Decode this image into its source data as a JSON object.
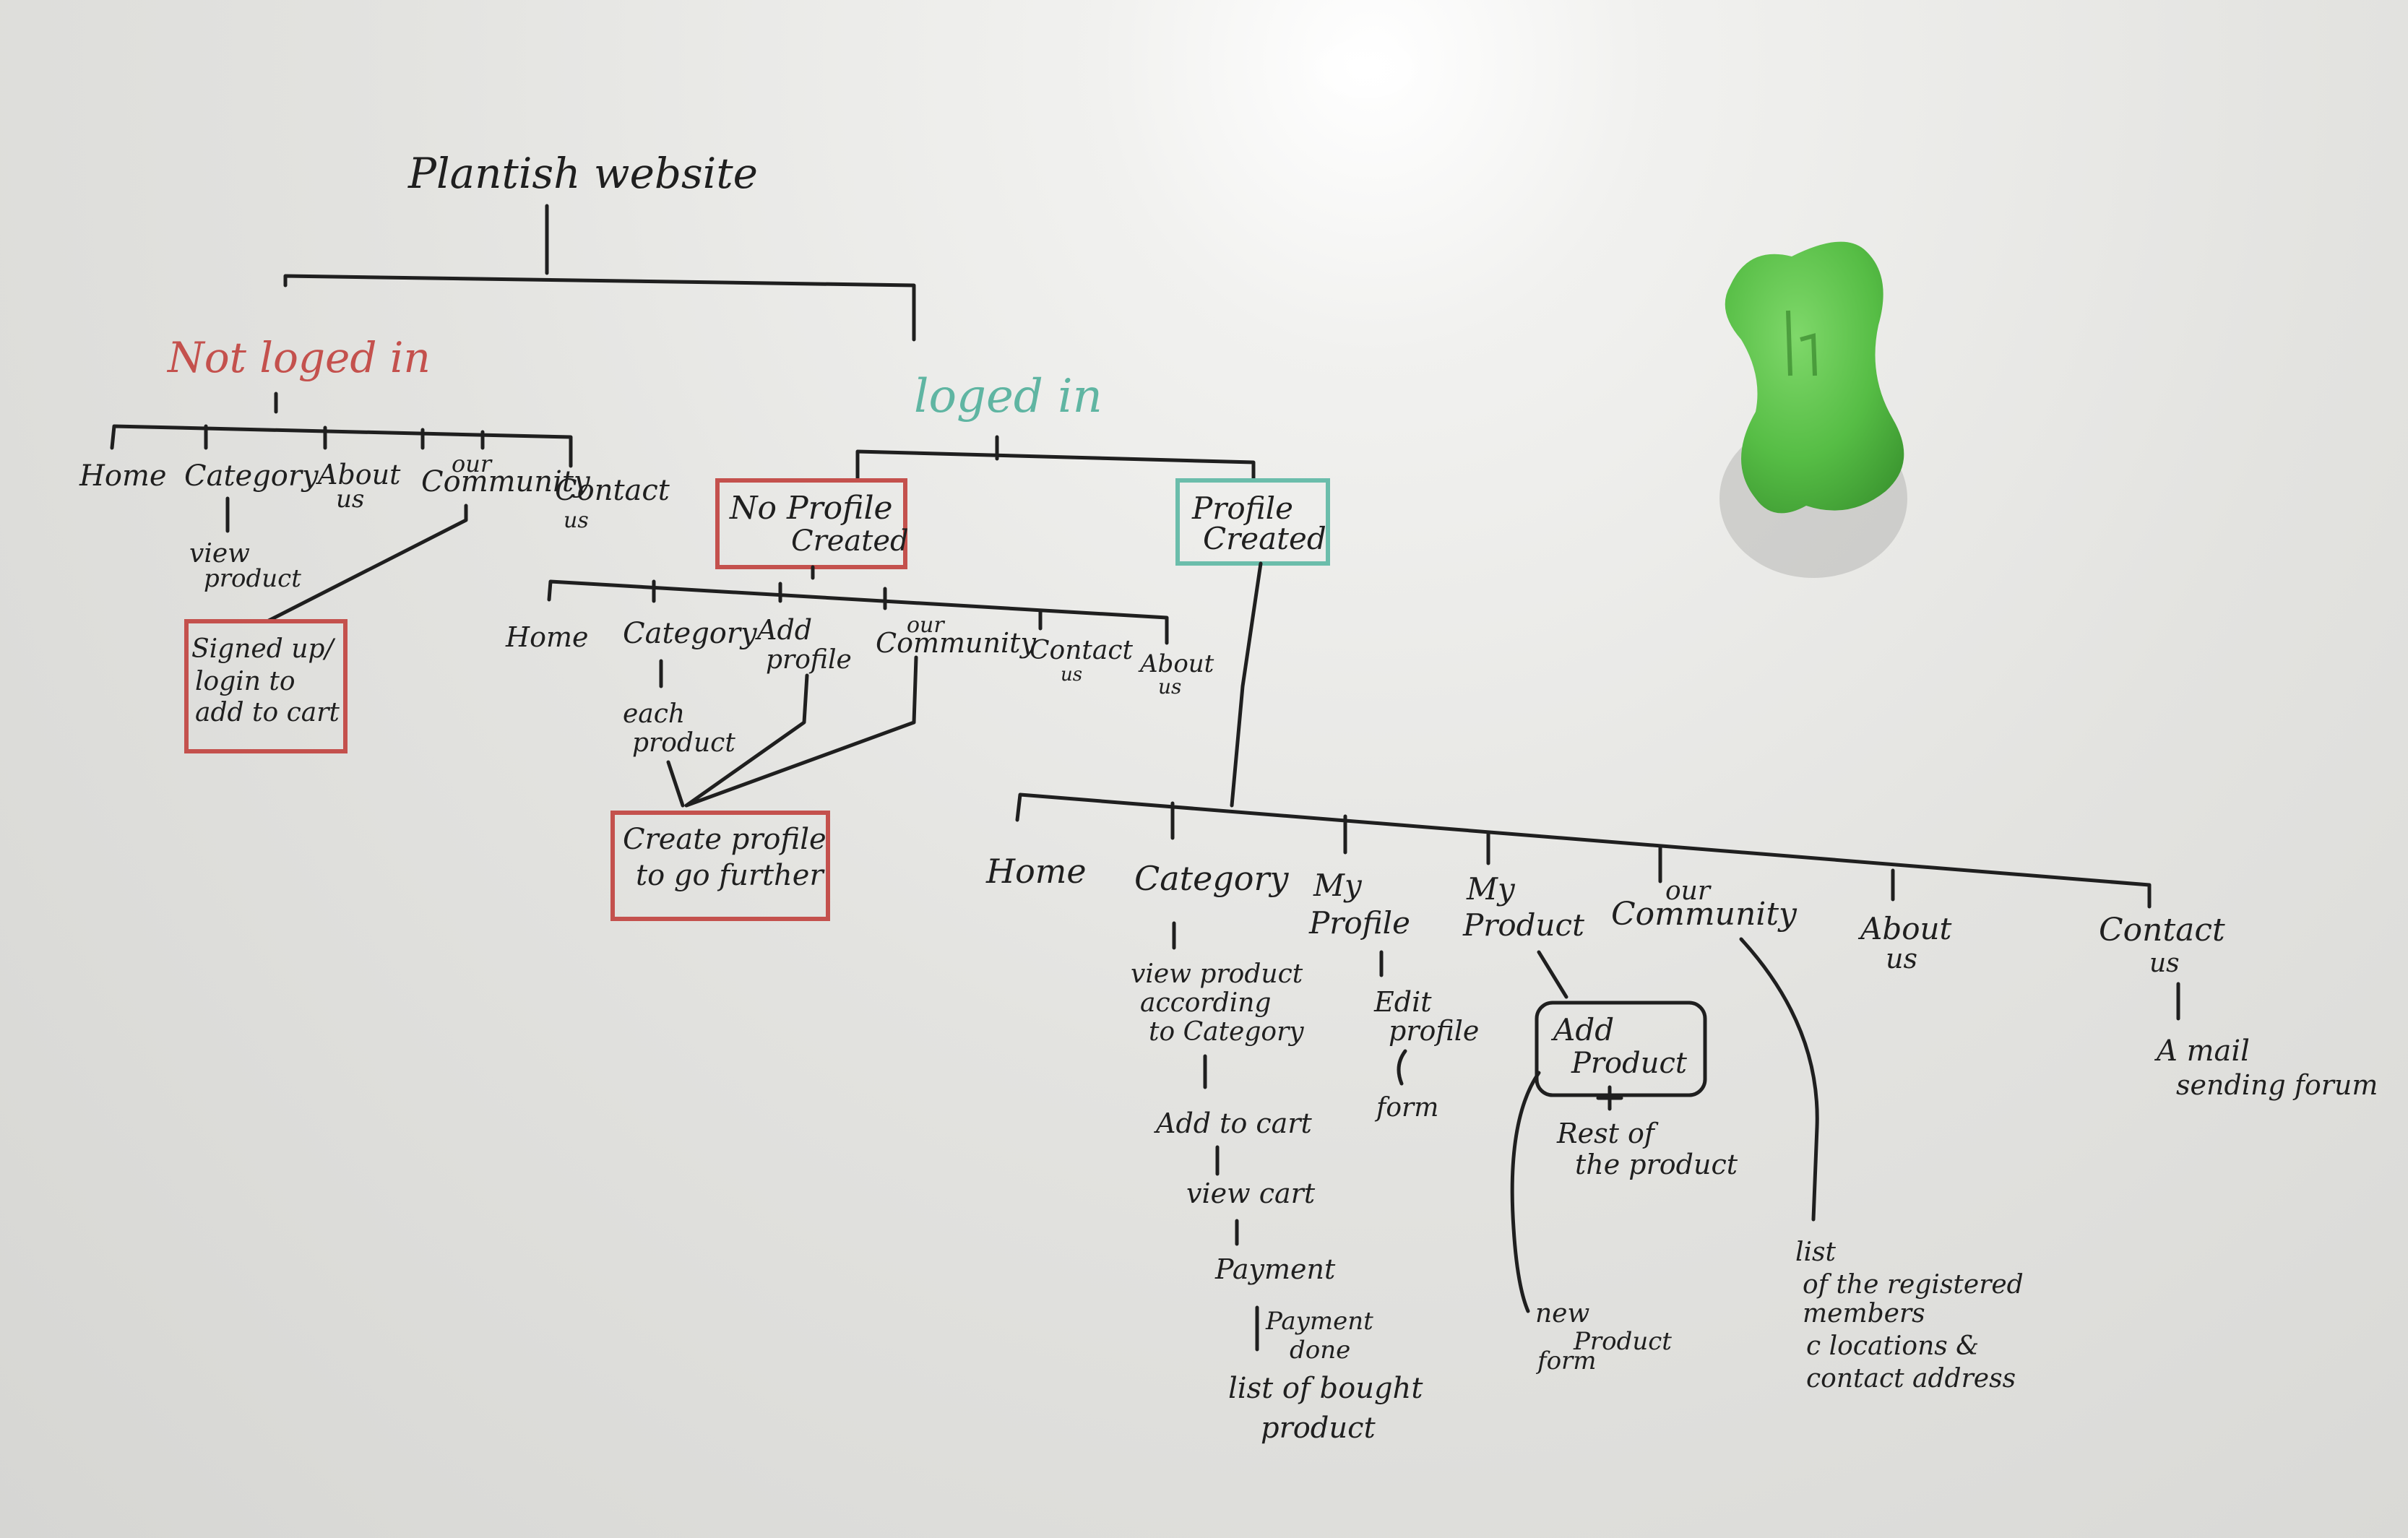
{
  "root": "Plantish website",
  "not_logged": {
    "title": "Not loged in",
    "items": [
      "Home",
      "Category",
      "About",
      "us",
      "our",
      "Community",
      "Contact",
      "us"
    ],
    "view_product": [
      "view",
      "product"
    ],
    "signup_box": [
      "Signed up/",
      "login to",
      "add to cart"
    ]
  },
  "logged": {
    "title": "loged in",
    "no_profile": {
      "box": [
        "No Profile",
        "Created"
      ],
      "items": [
        "Home",
        "Category",
        "Add",
        "profile",
        "our",
        "Community",
        "Contact",
        "us",
        "About",
        "us"
      ],
      "each_product": [
        "each",
        "product"
      ],
      "create_box": [
        "Create profile",
        "to go further"
      ]
    },
    "profile": {
      "box": [
        "Profile",
        "Created"
      ],
      "items": [
        "Home",
        "Category",
        "My",
        "Profile",
        "My",
        "Product",
        "our",
        "Community",
        "About",
        "us",
        "Contact",
        "us"
      ],
      "category_flow": [
        "view product",
        "according",
        "to Category",
        "Add to cart",
        "view cart",
        "Payment",
        "Payment",
        "done",
        "list of bought",
        "product"
      ],
      "profile_flow": [
        "Edit",
        "profile",
        "form"
      ],
      "product_flow": [
        "Add",
        "Product",
        "+",
        "Rest of",
        "the product",
        "new",
        "Product",
        "form"
      ],
      "community_flow": [
        "list",
        "of the registered",
        "members",
        "c locations &",
        "contact address"
      ],
      "contact_flow": [
        "A mail",
        "sending forum"
      ]
    }
  },
  "colors": {
    "ink_black": "#1f1f1f",
    "ink_red": "#c4514d",
    "ink_teal": "#5fb5a2",
    "eraser_green": "#5cc24a"
  },
  "icons": [
    "eraser-icon"
  ]
}
